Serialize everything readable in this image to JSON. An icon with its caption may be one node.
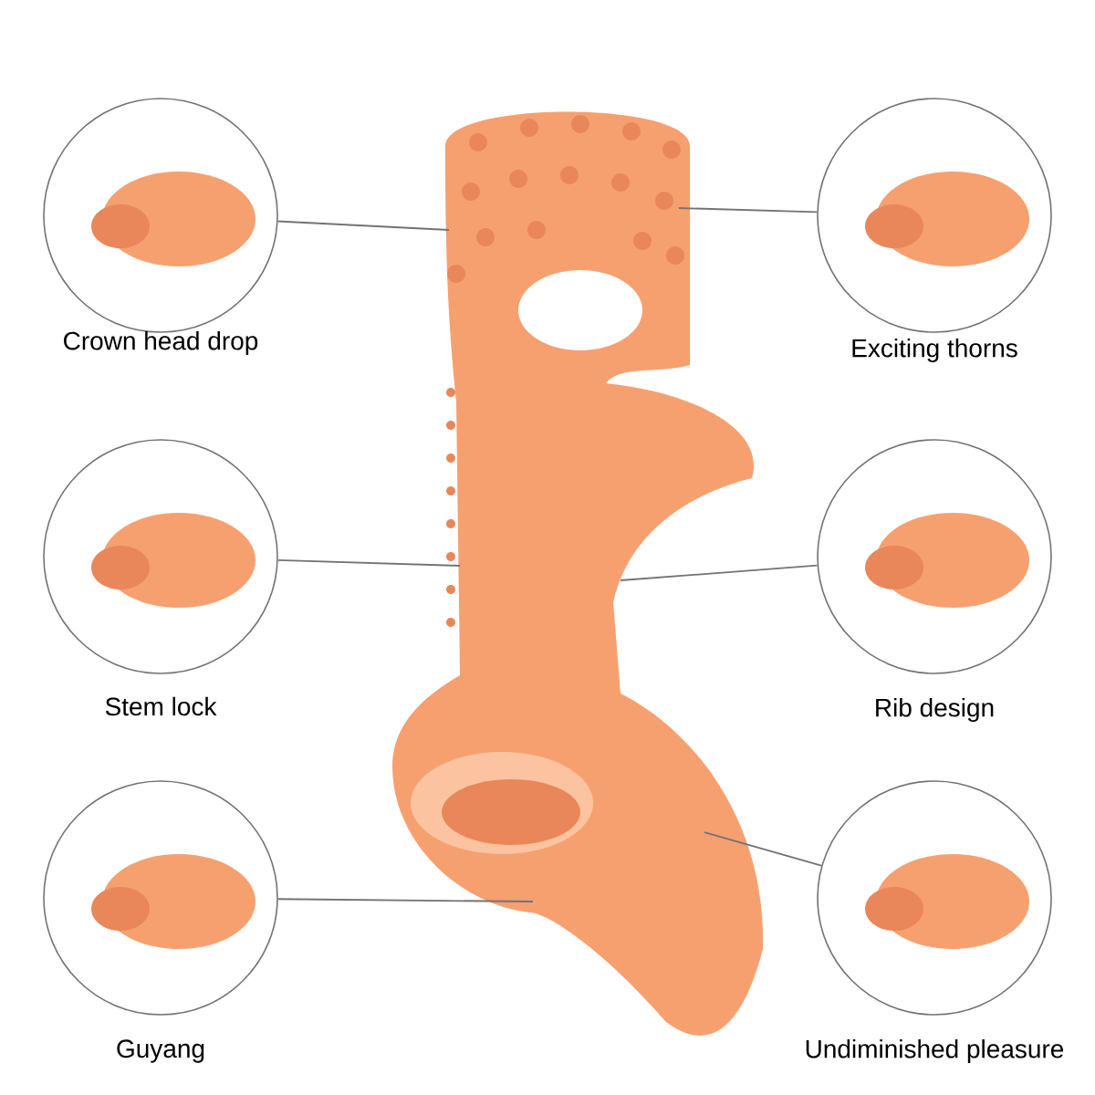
{
  "diagram": {
    "nodes": [
      {
        "text": [
          "Crown head drop"
        ]
      },
      {
        "text": [
          "Exciting thorns"
        ]
      },
      {
        "text": [
          "Stem lock"
        ]
      },
      {
        "text": [
          "Rib design"
        ]
      },
      {
        "text": [
          "Guyang"
        ]
      },
      {
        "text": [
          "Undiminished pleasure"
        ]
      }
    ],
    "edges": [
      {
        "from": 0,
        "to": null,
        "arrow": "none"
      },
      {
        "from": 1,
        "to": null,
        "arrow": "none"
      },
      {
        "from": 2,
        "to": null,
        "arrow": "none"
      },
      {
        "from": 3,
        "to": null,
        "arrow": "none"
      },
      {
        "from": 4,
        "to": null,
        "arrow": "none"
      },
      {
        "from": 5,
        "to": null,
        "arrow": "none"
      }
    ]
  }
}
